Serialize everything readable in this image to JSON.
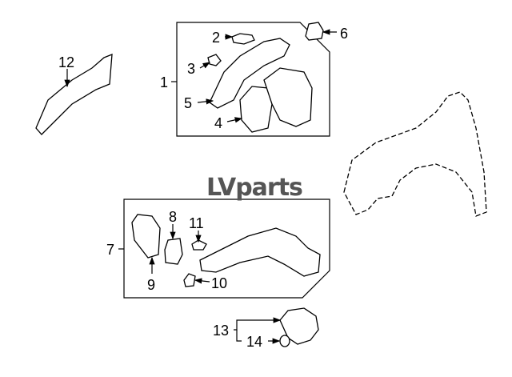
{
  "logo": {
    "text": "LVparts"
  },
  "callouts": [
    "1",
    "2",
    "3",
    "4",
    "5",
    "6",
    "7",
    "8",
    "9",
    "10",
    "11",
    "12",
    "13",
    "14"
  ]
}
